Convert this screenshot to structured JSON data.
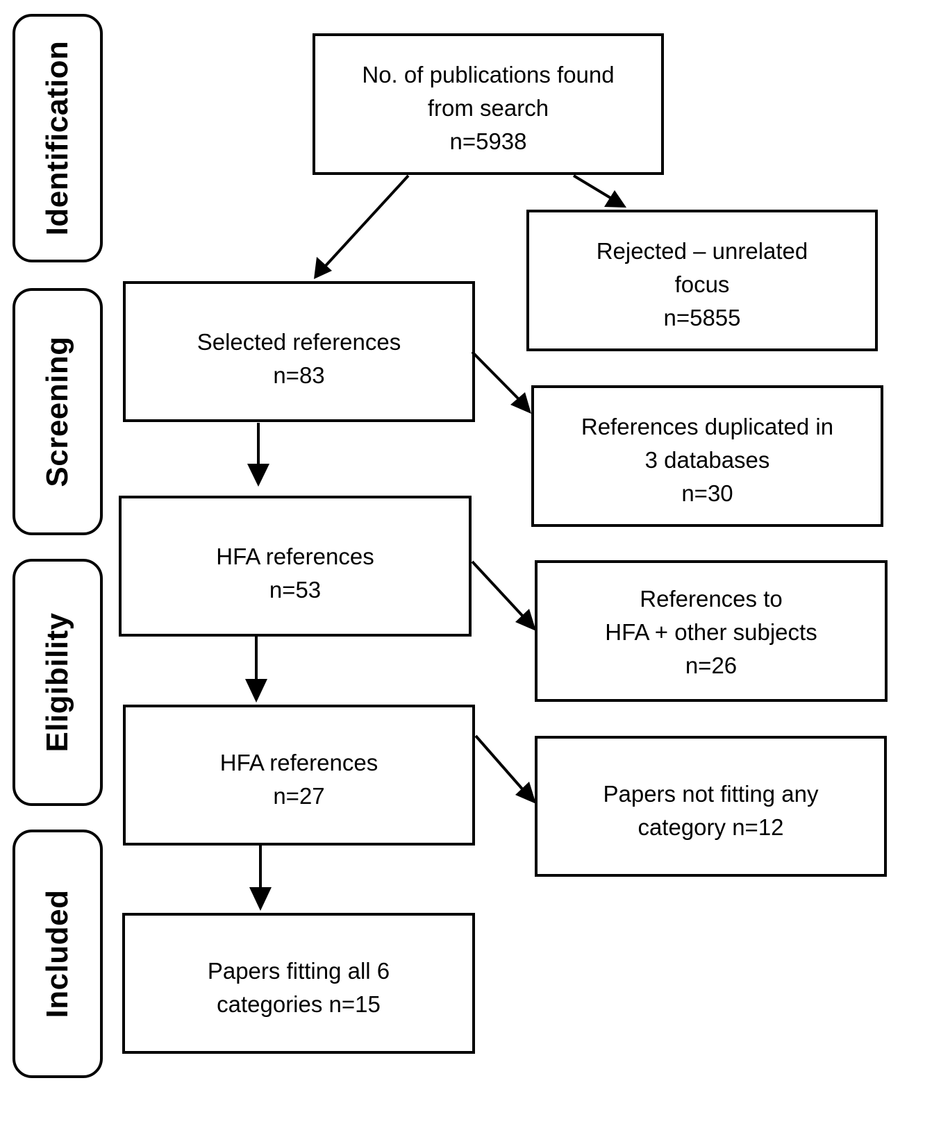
{
  "stages": {
    "identification": "Identification",
    "screening": "Screening",
    "eligibility": "Eligibility",
    "included": "Included"
  },
  "boxes": {
    "found": {
      "line1": "No. of publications found",
      "line2": "from search",
      "count": "n=5938"
    },
    "rejected": {
      "line1": "Rejected – unrelated",
      "line2": "focus",
      "count": "n=5855"
    },
    "selected": {
      "line1": "Selected references",
      "count": "n=83"
    },
    "duplicated": {
      "line1": "References duplicated in",
      "line2": "3 databases",
      "count": "n=30"
    },
    "hfa1": {
      "line1": "HFA references",
      "count": "n=53"
    },
    "other_subjects": {
      "line1": "References to",
      "line2": "HFA + other subjects",
      "count": "n=26"
    },
    "hfa2": {
      "line1": "HFA references",
      "count": "n=27"
    },
    "not_fitting": {
      "line1": "Papers not fitting any",
      "line2": "category n=12"
    },
    "fitting_all": {
      "line1": "Papers fitting all 6",
      "line2": "categories n=15"
    }
  }
}
